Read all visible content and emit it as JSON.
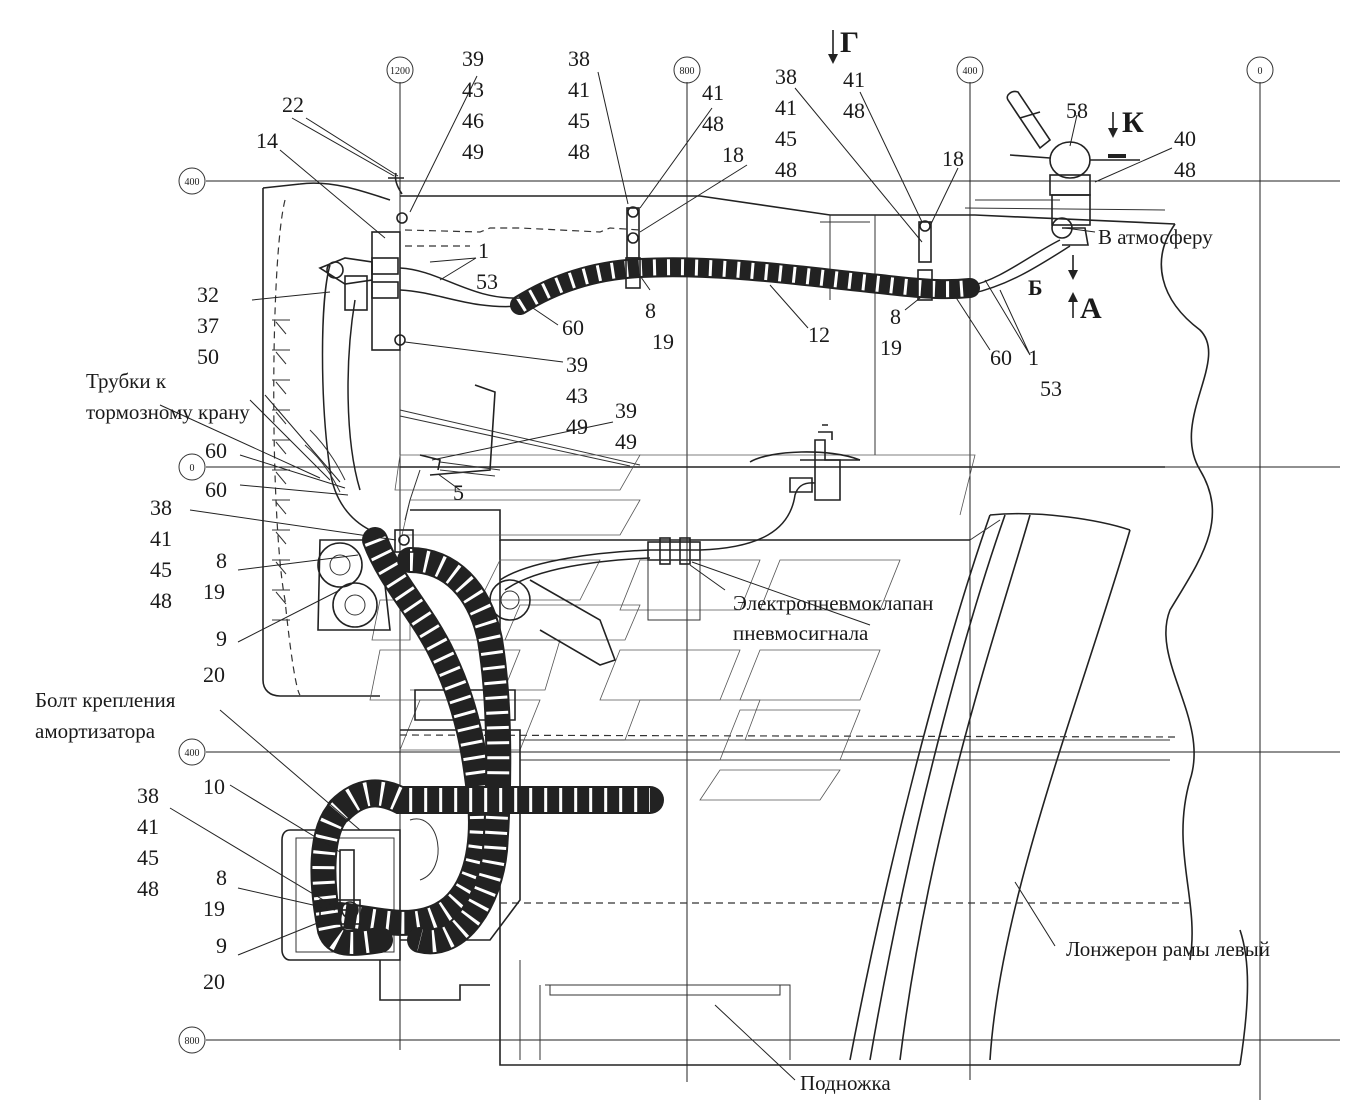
{
  "grid_markers": {
    "top": [
      "1200",
      "800",
      "400",
      "0"
    ],
    "left": [
      "400",
      "0",
      "400",
      "800"
    ]
  },
  "direction_views": {
    "g": "Г",
    "k": "К",
    "a": "А",
    "b": "Б"
  },
  "callouts": {
    "c_22": "22",
    "c_14": "14",
    "c_39a": [
      "39",
      "43",
      "46",
      "49"
    ],
    "c_38a": [
      "38",
      "41",
      "45",
      "48"
    ],
    "c_41a": [
      "41",
      "48"
    ],
    "c_18a": "18",
    "c_38b": [
      "38",
      "41",
      "45",
      "48"
    ],
    "c_41b": [
      "41",
      "48"
    ],
    "c_18b": "18",
    "c_58": "58",
    "c_40": [
      "40",
      "48"
    ],
    "c_1_53a": [
      "1",
      "53"
    ],
    "c_32": [
      "32",
      "37",
      "50"
    ],
    "c_60a": "60",
    "c_8_19a": [
      "8",
      "19"
    ],
    "c_12": "12",
    "c_8_19b": [
      "8",
      "19"
    ],
    "c_60b": "60",
    "c_1_53b": [
      "1",
      "53"
    ],
    "c_39b": [
      "39",
      "43",
      "49"
    ],
    "c_39c": [
      "39",
      "49"
    ],
    "c_60c": "60",
    "c_60d": "60",
    "c_5": "5",
    "c_38c": [
      "38",
      "41",
      "45",
      "48"
    ],
    "c_8_19c": [
      "8",
      "19"
    ],
    "c_9_20a": [
      "9",
      "20"
    ],
    "c_10": "10",
    "c_38d": [
      "38",
      "41",
      "45",
      "48"
    ],
    "c_8_19d": [
      "8",
      "19"
    ],
    "c_9_20b": [
      "9",
      "20"
    ]
  },
  "notes": {
    "atmosphere": "В атмосферу",
    "brake_tubes": [
      "Трубки к",
      "тормозному крану"
    ],
    "valve": [
      "Электропневмоклапан",
      "пневмосигнала"
    ],
    "shock_bolt": [
      "Болт крепления",
      "амортизатора"
    ],
    "frame": "Лонжерон рамы левый",
    "step": "Подножка"
  }
}
